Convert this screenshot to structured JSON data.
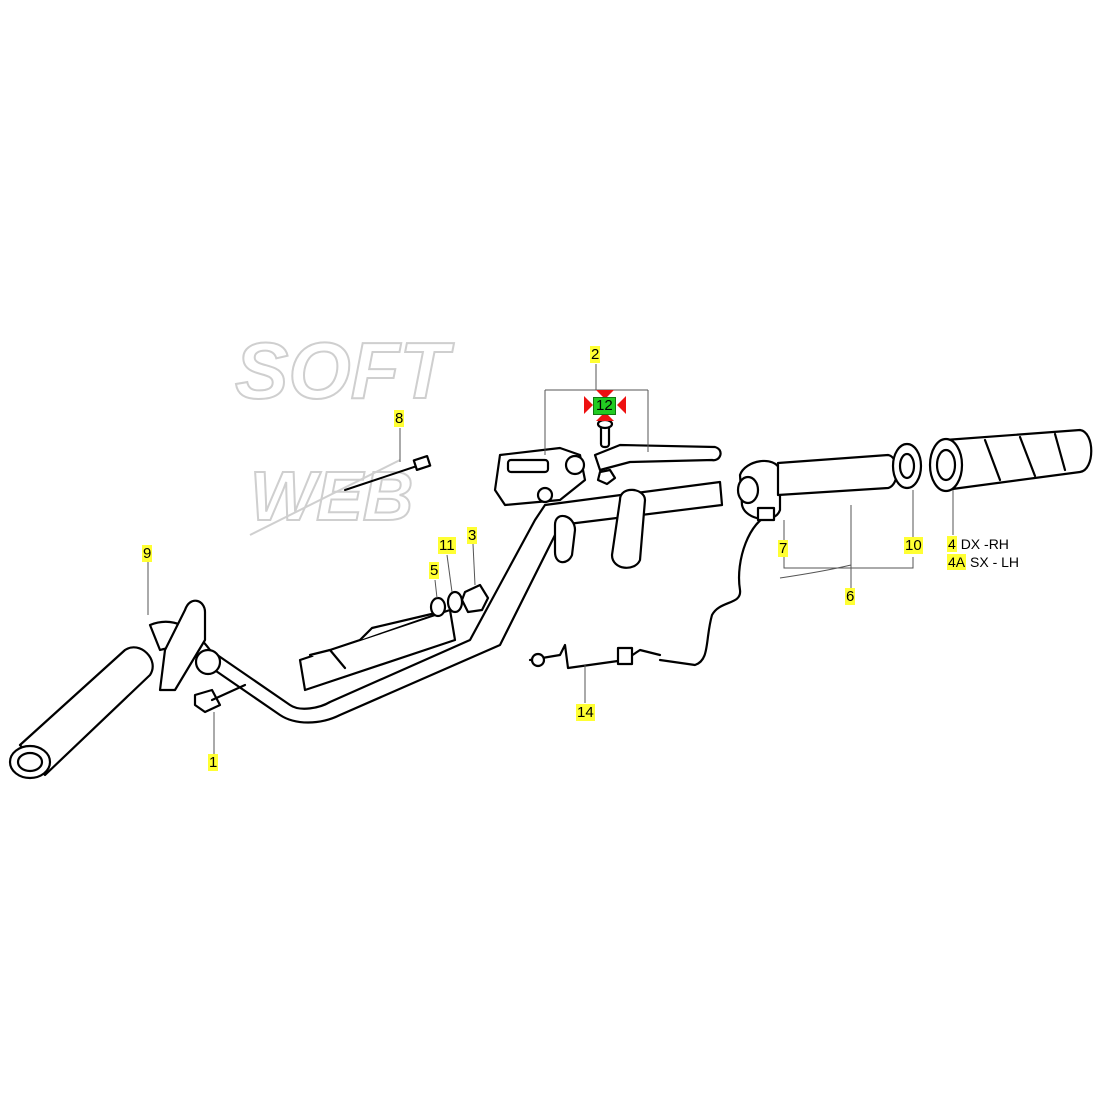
{
  "watermark": "SOFT WEB",
  "colors": {
    "label_highlight": "#ffff33",
    "selected_highlight": "#22cc22",
    "selected_marker": "#ee1111"
  },
  "callouts": {
    "c1": "1",
    "c2": "2",
    "c3": "3",
    "c5": "5",
    "c6": "6",
    "c7": "7",
    "c8": "8",
    "c9": "9",
    "c10": "10",
    "c11": "11",
    "c12": "12",
    "c14": "14"
  },
  "legend": [
    {
      "code": "4",
      "text": "DX -RH"
    },
    {
      "code": "4A",
      "text": "SX - LH"
    }
  ]
}
